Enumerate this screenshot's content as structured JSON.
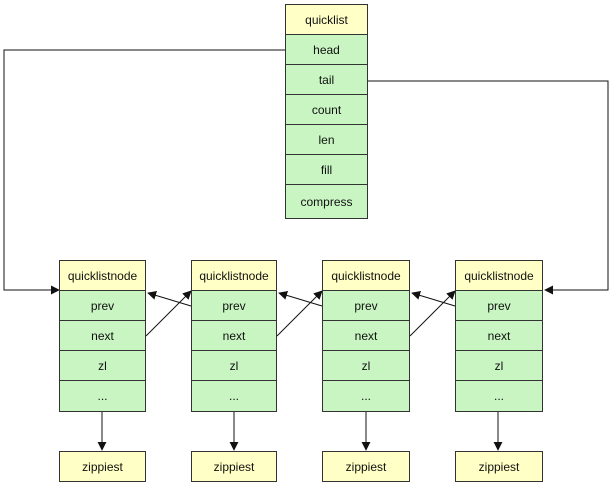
{
  "quicklist": {
    "title": "quicklist",
    "fields": [
      "head",
      "tail",
      "count",
      "len",
      "fill",
      "compress"
    ]
  },
  "nodes": [
    {
      "title": "quicklistnode",
      "fields": [
        "prev",
        "next",
        "zl",
        "..."
      ],
      "ziplist": "zippiest"
    },
    {
      "title": "quicklistnode",
      "fields": [
        "prev",
        "next",
        "zl",
        "..."
      ],
      "ziplist": "zippiest"
    },
    {
      "title": "quicklistnode",
      "fields": [
        "prev",
        "next",
        "zl",
        "..."
      ],
      "ziplist": "zippiest"
    },
    {
      "title": "quicklistnode",
      "fields": [
        "prev",
        "next",
        "zl",
        "..."
      ],
      "ziplist": "zippiest"
    }
  ],
  "colors": {
    "header_fill": "#ffffc6",
    "field_fill": "#c8f5c2",
    "stroke": "#333333"
  }
}
